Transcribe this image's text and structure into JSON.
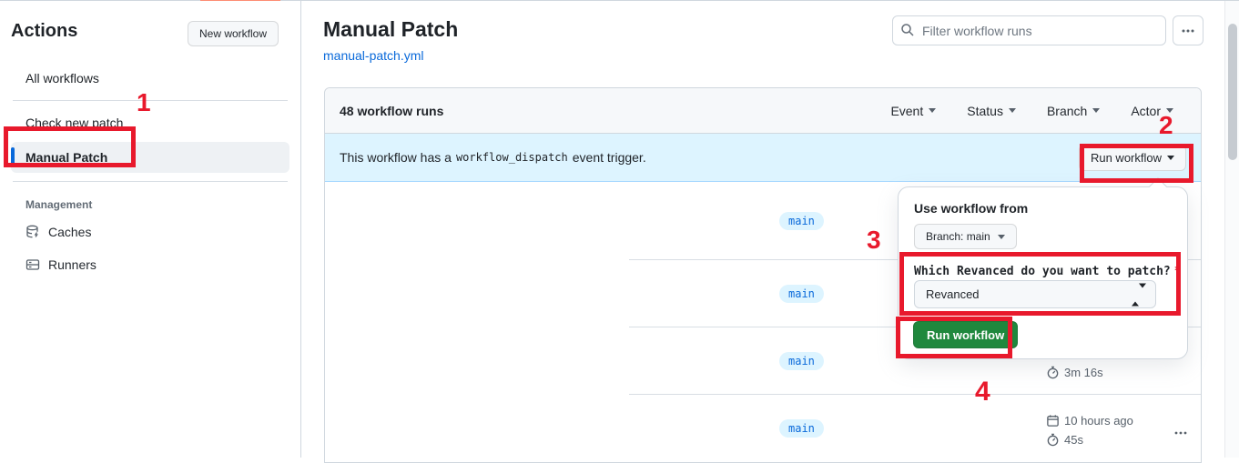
{
  "sidebar": {
    "title": "Actions",
    "new_workflow_button": "New workflow",
    "items": [
      {
        "label": "All workflows",
        "selected": false
      },
      {
        "label": "Check new patch",
        "selected": false
      },
      {
        "label": "Manual Patch",
        "selected": true
      }
    ],
    "management": {
      "label": "Management",
      "items": [
        {
          "label": "Caches",
          "icon": "caches-icon"
        },
        {
          "label": "Runners",
          "icon": "runners-icon"
        }
      ]
    }
  },
  "header": {
    "title": "Manual Patch",
    "file_link": "manual-patch.yml",
    "filter_placeholder": "Filter workflow runs"
  },
  "runs_table": {
    "count_label": "48 workflow runs",
    "filters": [
      {
        "label": "Event"
      },
      {
        "label": "Status"
      },
      {
        "label": "Branch"
      },
      {
        "label": "Actor"
      }
    ],
    "banner": {
      "text_before": "This workflow has a",
      "code": "workflow_dispatch",
      "text_after": "event trigger.",
      "run_workflow_button": "Run workflow"
    },
    "rows": [
      {
        "branch": "main"
      },
      {
        "branch": "main"
      },
      {
        "branch": "main",
        "duration": "3m 16s"
      },
      {
        "branch": "main",
        "time": "10 hours ago",
        "duration": "45s"
      }
    ]
  },
  "popup": {
    "use_workflow_from": "Use workflow from",
    "branch_selector": "Branch: main",
    "input_label": "Which Revanced do you want to patch?",
    "required_mark": "*",
    "select_value": "Revanced",
    "run_button": "Run workflow"
  },
  "annotations": {
    "n1": "1",
    "n2": "2",
    "n3": "3",
    "n4": "4"
  },
  "icons": {
    "search": "magnifier",
    "kebab": "horizontal-dots",
    "stopwatch": "duration",
    "calendar": "date",
    "caches": "database-with-bolt",
    "runners": "server-rack"
  },
  "colors": {
    "accent_blue": "#0969da",
    "banner_bg": "#ddf4ff",
    "badge_bg": "#ddf4ff",
    "green_button": "#1f883d",
    "annotation_red": "#e8192c",
    "tab_underline": "#fd8c73",
    "border": "#d0d7de"
  }
}
